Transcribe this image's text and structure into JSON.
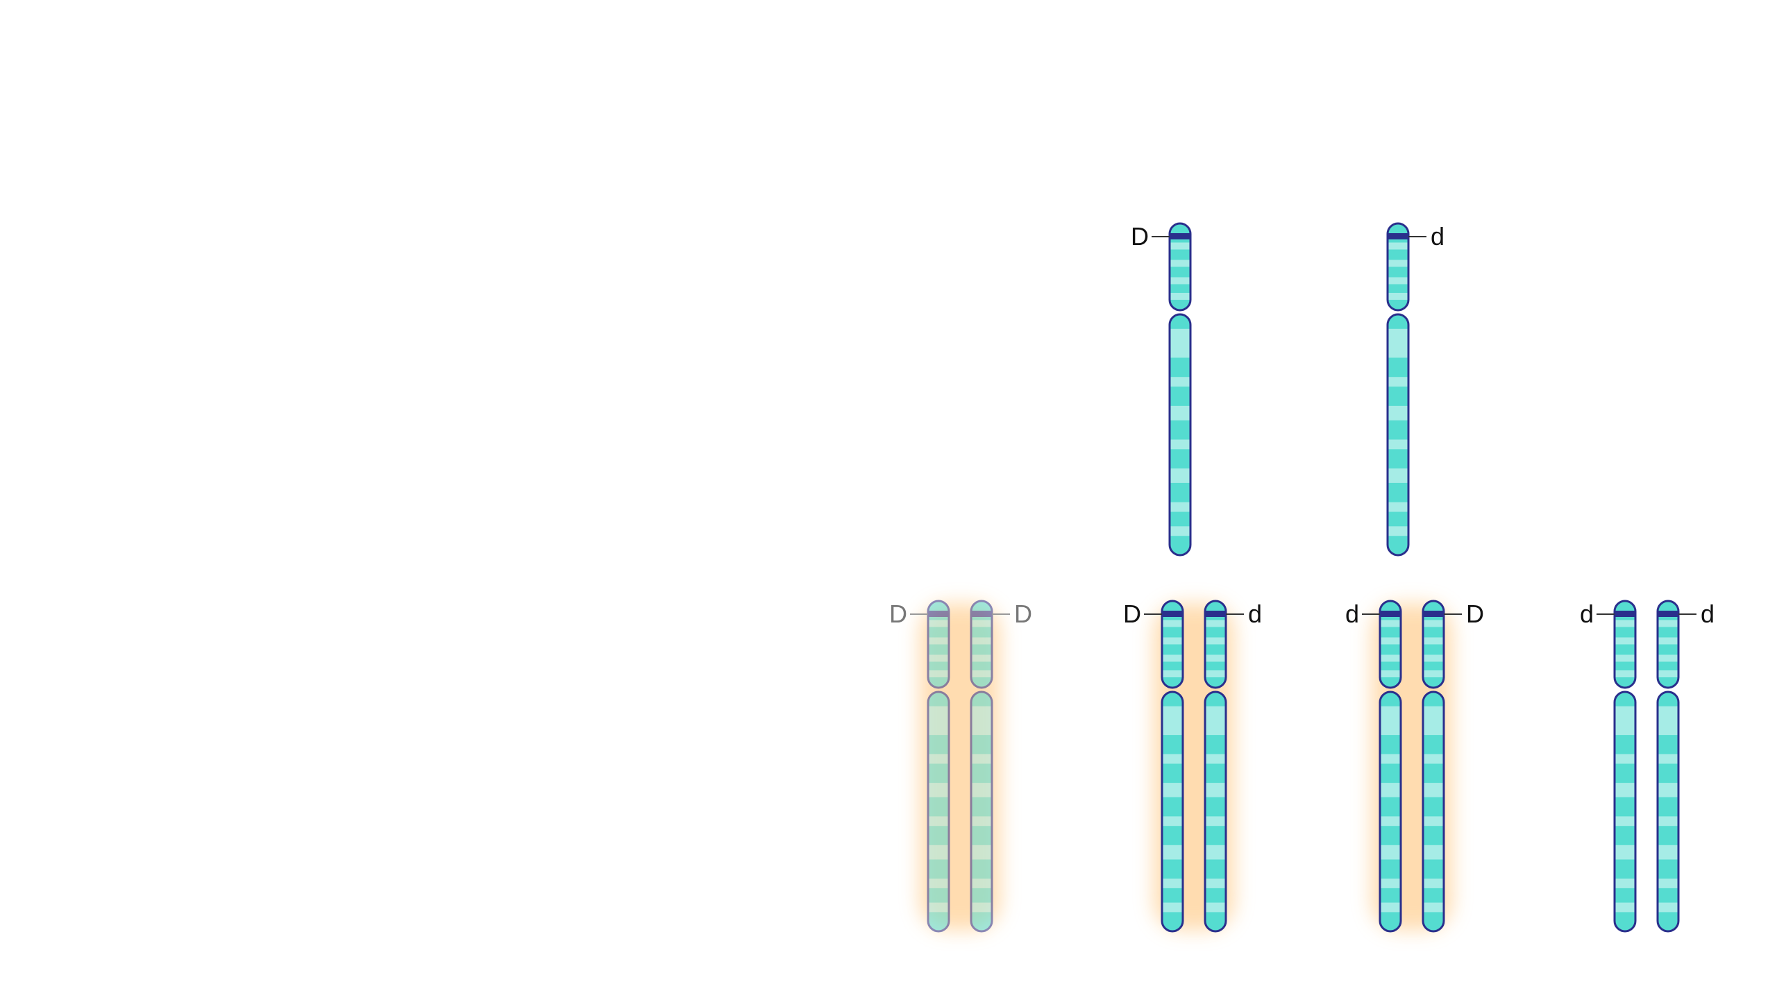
{
  "colors": {
    "background": "#ffffff",
    "chromosome_fill": "#55dcd0",
    "chromosome_band_light": "#a6ece6",
    "chromosome_outline": "#2a2f8c",
    "gene_marker": "#2a2f8c",
    "glow": "#ffd9a8",
    "label_text": "#111111",
    "label_text_faded": "#777777"
  },
  "parents": [
    {
      "id": "parent-1",
      "allele": "D",
      "label_side": "left"
    },
    {
      "id": "parent-2",
      "allele": "d",
      "label_side": "right"
    }
  ],
  "offspring": [
    {
      "id": "DD",
      "alleles": [
        "D",
        "D"
      ],
      "highlighted": true,
      "faded": true
    },
    {
      "id": "Dd",
      "alleles": [
        "D",
        "d"
      ],
      "highlighted": true,
      "faded": false
    },
    {
      "id": "dD",
      "alleles": [
        "d",
        "D"
      ],
      "highlighted": true,
      "faded": false
    },
    {
      "id": "dd",
      "alleles": [
        "d",
        "d"
      ],
      "highlighted": false,
      "faded": false
    }
  ]
}
